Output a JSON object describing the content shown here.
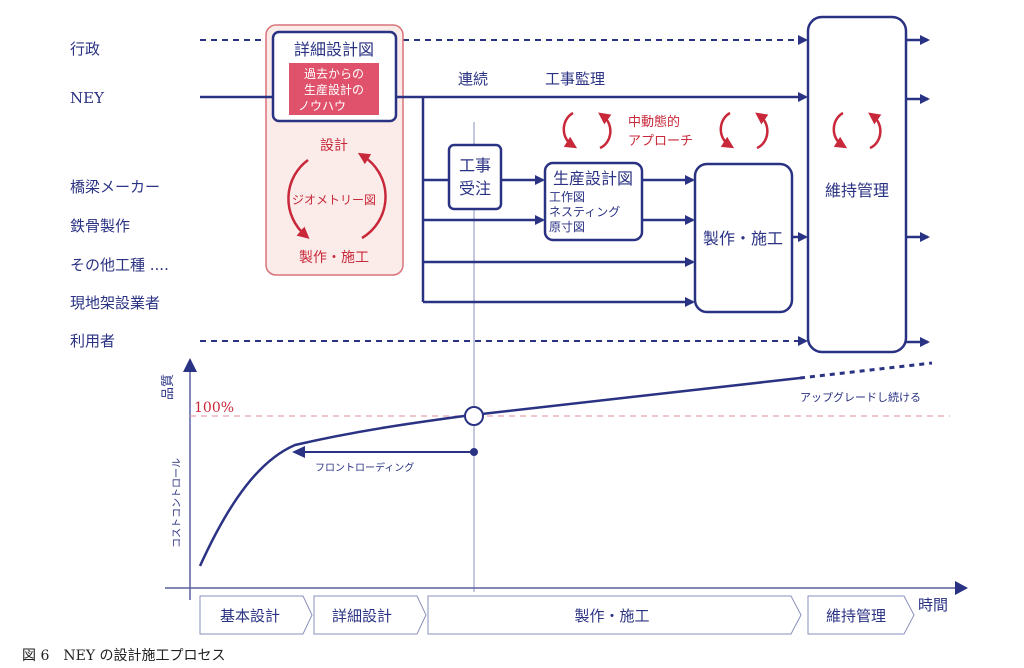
{
  "roles": [
    "行政",
    "NEY",
    "橋梁メーカー",
    "鉄骨製作",
    "その他工種 ....",
    "現地架設業者",
    "利用者"
  ],
  "design_box": {
    "title": "詳細設計図",
    "knowhow_lines": [
      "過去からの",
      "生産設計の",
      "ノウハウ"
    ],
    "cycle_top": "設計",
    "cycle_middle": "ジオメトリー図",
    "cycle_bottom": "製作・施工"
  },
  "ney_line_labels": {
    "continuous": "連続",
    "supervision": "工事監理"
  },
  "mid_dynamic": {
    "line1": "中動態的",
    "line2": "アプローチ"
  },
  "order_box": {
    "line1": "工事",
    "line2": "受注"
  },
  "production_design_box": {
    "title": "生産設計図",
    "items": [
      "工作図",
      "ネスティング",
      "原寸図"
    ]
  },
  "fabrication_box": {
    "label": "製作・施工"
  },
  "maintenance_box": {
    "label": "維持管理"
  },
  "graph": {
    "y_axis_top": "品質",
    "y_axis_side": "コストコントロール",
    "hundred_percent": "100%",
    "front_loading": "フロントローディング",
    "upgrade": "アップグレードし続ける",
    "x_axis": "時間"
  },
  "phases": [
    "基本設計",
    "詳細設計",
    "製作・施工",
    "維持管理"
  ],
  "caption": "図 6　NEY の設計施工プロセス",
  "colors": {
    "navy": "#2a3283",
    "red": "#c8283a",
    "pink_fill": "#fbecea",
    "pink_border": "#d9727a",
    "knowhow_fill": "#e0526b"
  }
}
